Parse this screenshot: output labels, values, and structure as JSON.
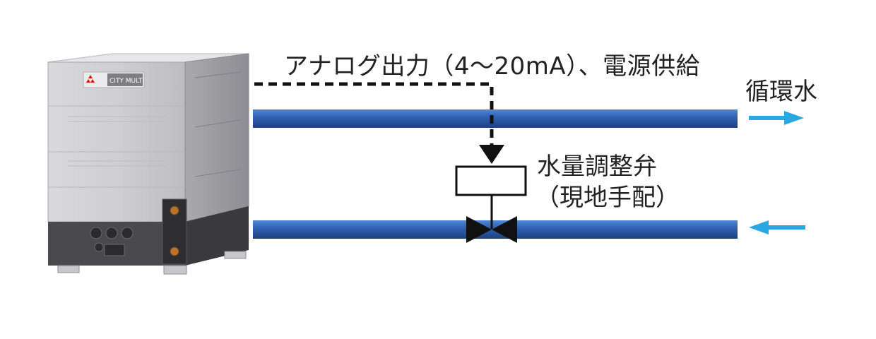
{
  "labels": {
    "signal": "アナログ出力（4〜20mA）、電源供給",
    "circulating_water": "循環水",
    "valve_name": "水量調整弁",
    "valve_note": "（現地手配）"
  },
  "unit": {
    "brand_text": "CITY MULTI"
  },
  "colors": {
    "pipe": "#2f5fae",
    "flow_arrow": "#2aa7e0",
    "signal_line": "#111111",
    "valve": "#111111"
  },
  "flow_directions": {
    "upper_pipe": "right",
    "lower_pipe": "left"
  }
}
